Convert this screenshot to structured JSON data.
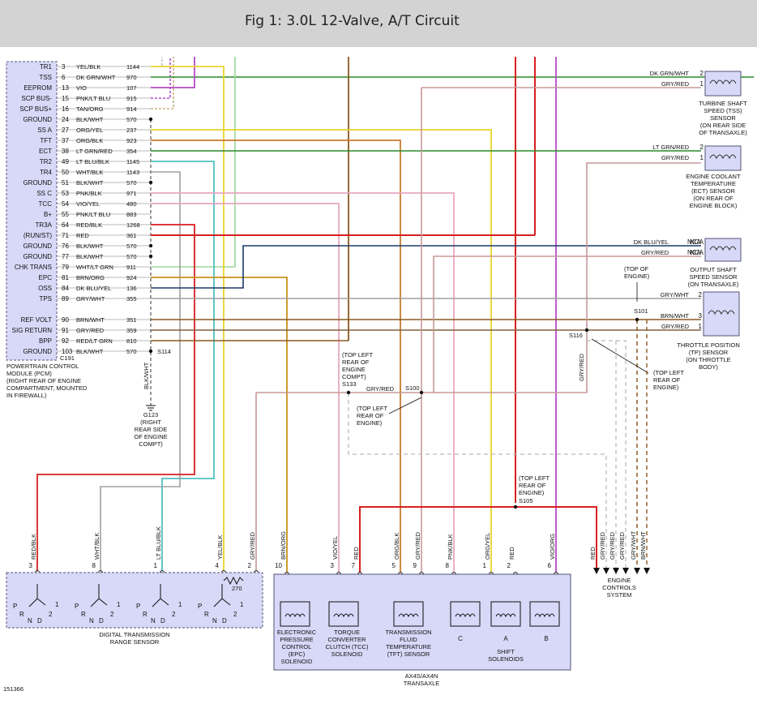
{
  "title": "Fig 1: 3.0L 12-Valve, A/T Circuit",
  "figure_number": "151366",
  "pcm": {
    "pins": [
      {
        "name": "TR1",
        "pin": "3",
        "wire": "YEL/BLK",
        "circuit": "1144"
      },
      {
        "name": "TSS",
        "pin": "6",
        "wire": "DK GRN/WHT",
        "circuit": "970"
      },
      {
        "name": "EEPROM",
        "pin": "13",
        "wire": "VIO",
        "circuit": "107"
      },
      {
        "name": "SCP BUS-",
        "pin": "15",
        "wire": "PNK/LT BLU",
        "circuit": "915"
      },
      {
        "name": "SCP BUS+",
        "pin": "16",
        "wire": "TAN/ORG",
        "circuit": "914"
      },
      {
        "name": "GROUND",
        "pin": "24",
        "wire": "BLK/WHT",
        "circuit": "570"
      },
      {
        "name": "SS A",
        "pin": "27",
        "wire": "ORG/YEL",
        "circuit": "237"
      },
      {
        "name": "TFT",
        "pin": "37",
        "wire": "ORG/BLK",
        "circuit": "923"
      },
      {
        "name": "ECT",
        "pin": "38",
        "wire": "LT GRN/RED",
        "circuit": "354"
      },
      {
        "name": "TR2",
        "pin": "49",
        "wire": "LT BLU/BLK",
        "circuit": "1145"
      },
      {
        "name": "TR4",
        "pin": "50",
        "wire": "WHT/BLK",
        "circuit": "1143"
      },
      {
        "name": "GROUND",
        "pin": "51",
        "wire": "BLK/WHT",
        "circuit": "570"
      },
      {
        "name": "SS C",
        "pin": "53",
        "wire": "PNK/BLK",
        "circuit": "971"
      },
      {
        "name": "TCC",
        "pin": "54",
        "wire": "VIO/YEL",
        "circuit": "480"
      },
      {
        "name": "B+",
        "pin": "55",
        "wire": "PNK/LT BLU",
        "circuit": "883"
      },
      {
        "name": "TR3A",
        "pin": "64",
        "wire": "RED/BLK",
        "circuit": "1268"
      },
      {
        "name": "(RUN/ST)",
        "pin": "71",
        "wire": "RED",
        "circuit": "361"
      },
      {
        "name": "GROUND",
        "pin": "76",
        "wire": "BLK/WHT",
        "circuit": "570"
      },
      {
        "name": "GROUND",
        "pin": "77",
        "wire": "BLK/WHT",
        "circuit": "570"
      },
      {
        "name": "CHK TRANS",
        "pin": "79",
        "wire": "WHT/LT GRN",
        "circuit": "911"
      },
      {
        "name": "EPC",
        "pin": "81",
        "wire": "BRN/ORG",
        "circuit": "924"
      },
      {
        "name": "OSS",
        "pin": "84",
        "wire": "DK BLU/YEL",
        "circuit": "136"
      },
      {
        "name": "TPS",
        "pin": "89",
        "wire": "GRY/WHT",
        "circuit": "355"
      },
      {
        "name": "REF VOLT",
        "pin": "90",
        "wire": "BRN/WHT",
        "circuit": "351"
      },
      {
        "name": "SIG RETURN",
        "pin": "91",
        "wire": "GRY/RED",
        "circuit": "359"
      },
      {
        "name": "BPP",
        "pin": "92",
        "wire": "RED/LT GRN",
        "circuit": "810"
      },
      {
        "name": "GROUND",
        "pin": "103",
        "wire": "BLK/WHT",
        "circuit": "570"
      }
    ],
    "connector": "C191",
    "label_lines": [
      "POWERTRAIN CONTROL",
      "MODULE (PCM)",
      "(RIGHT REAR OF ENGINE",
      "COMPARTMENT, MOUNTED",
      "IN FIREWALL)"
    ]
  },
  "ground": {
    "splice": "S114",
    "wire": "BLK/WHT",
    "label_lines": [
      "G123",
      "(RIGHT",
      "REAR SIDE",
      "OF ENGINE",
      "COMPT)"
    ]
  },
  "sensors": {
    "tss": {
      "wires": [
        {
          "pin": "2",
          "wire": "DK GRN/WHT"
        },
        {
          "pin": "1",
          "wire": "GRY/RED"
        }
      ],
      "label_lines": [
        "TURBINE SHAFT",
        "SPEED (TSS)",
        "SENSOR",
        "(ON REAR SIDE",
        "OF TRANSAXLE)"
      ]
    },
    "ect": {
      "wires": [
        {
          "pin": "2",
          "wire": "LT GRN/RED"
        },
        {
          "pin": "1",
          "wire": "GRY/RED"
        }
      ],
      "label_lines": [
        "ENGINE COOLANT",
        "TEMPERATURE",
        "(ECT) SENSOR",
        "(ON REAR OF",
        "ENGINE BLOCK)"
      ]
    },
    "oss": {
      "wires": [
        {
          "pin": "NCA",
          "wire": "DK BLU/YEL"
        },
        {
          "pin": "NCA",
          "wire": "GRY/RED"
        }
      ],
      "label_lines": [
        "OUTPUT SHAFT",
        "SPEED SENSOR",
        "(ON TRANSAXLE)"
      ]
    },
    "tp": {
      "wires": [
        {
          "pin": "2",
          "wire": "GRY/WHT"
        },
        {
          "pin": "3",
          "wire": "BRN/WHT"
        },
        {
          "pin": "1",
          "wire": "GRY/RED"
        }
      ],
      "label_lines": [
        "THROTTLE POSITION",
        "(TP) SENSOR",
        "(ON THROTTLE",
        "BODY)"
      ]
    }
  },
  "splices": {
    "s101": {
      "name": "S101",
      "note_lines": [
        "(TOP OF",
        "ENGINE)"
      ]
    },
    "s116": {
      "name": "S116",
      "note_lines": [
        "(TOP LEFT",
        "REAR OF",
        "ENGINE)"
      ]
    },
    "s133": {
      "name": "S133",
      "note_lines": [
        "(TOP LEFT",
        "REAR OF",
        "ENGINE",
        "COMPT)"
      ],
      "wire": "GRY/RED"
    },
    "s100": {
      "name": "S100",
      "note_lines": [
        "(TOP LEFT",
        "REAR OF",
        "ENGINE)"
      ]
    },
    "s105": {
      "name": "S105",
      "note_lines": [
        "(TOP LEFT",
        "REAR OF",
        "ENGINE)"
      ]
    },
    "s116_wire": "GRY/RED"
  },
  "engine_controls": {
    "wires": [
      "RED",
      "GRY/RED",
      "GRY/RED",
      "GRY/RED",
      "GRY/WHT",
      "BRN/WHT"
    ],
    "label_lines": [
      "ENGINE",
      "CONTROLS",
      "SYSTEM"
    ]
  },
  "range_sensor": {
    "wires": [
      {
        "pin": "3",
        "wire": "RED/BLK"
      },
      {
        "pin": "8",
        "wire": "WHT/BLK"
      },
      {
        "pin": "1",
        "wire": "LT BLU/BLK"
      },
      {
        "pin": "4",
        "wire": "YEL/BLK"
      },
      {
        "pin": "2",
        "wire": "GRY/RED"
      }
    ],
    "resistor": "270",
    "switch_letters": [
      "P",
      "R",
      "N",
      "D",
      "2",
      "1"
    ],
    "label_lines": [
      "DIGITAL TRANSMISSION",
      "RANGE SENSOR"
    ]
  },
  "transaxle": {
    "wires": [
      {
        "pin": "10",
        "wire": "BRN/ORG"
      },
      {
        "pin": "3",
        "wire": "VIO/YEL"
      },
      {
        "pin": "7",
        "wire": "RED"
      },
      {
        "pin": "5",
        "wire": "ORG/BLK"
      },
      {
        "pin": "9",
        "wire": "GRY/RED"
      },
      {
        "pin": "8",
        "wire": "PNK/BLK"
      },
      {
        "pin": "1",
        "wire": "ORG/YEL"
      },
      {
        "pin": "2",
        "wire": "RED"
      },
      {
        "pin": "6",
        "wire": "VIO/ORG"
      }
    ],
    "components": [
      {
        "label_lines": [
          "ELECTRONIC",
          "PRESSURE",
          "CONTROL",
          "(EPC)",
          "SOLENOID"
        ]
      },
      {
        "label_lines": [
          "TORQUE",
          "CONVERTER",
          "CLUTCH (TCC)",
          "SOLENOID"
        ]
      },
      {
        "label_lines": [
          "TRANSMISSION",
          "FLUID",
          "TEMPERATURE",
          "(TFT) SENSOR"
        ]
      }
    ],
    "shift_letters": [
      "C",
      "A",
      "B"
    ],
    "shift_label_lines": [
      "SHIFT",
      "SOLENOIDS"
    ],
    "label_lines": [
      "AX4S/AX4N",
      "TRANSAXLE"
    ]
  },
  "colors": {
    "module_fill": "#d8d8f8",
    "module_stroke": "#555577",
    "red": "#d81f1f",
    "yellow": "#e8d42a",
    "green": "#2a8a2a",
    "light_green": "#9ad89a",
    "violet": "#b44bc8",
    "pink": "#e8a8c0",
    "tan": "#c8b080",
    "brown": "#8a5a20",
    "orange_black": "#c87a30",
    "light_blue": "#52c0c0",
    "gray": "#a0a0a0",
    "dark_blue": "#1a3a6a",
    "gray_red": "#c89898"
  }
}
